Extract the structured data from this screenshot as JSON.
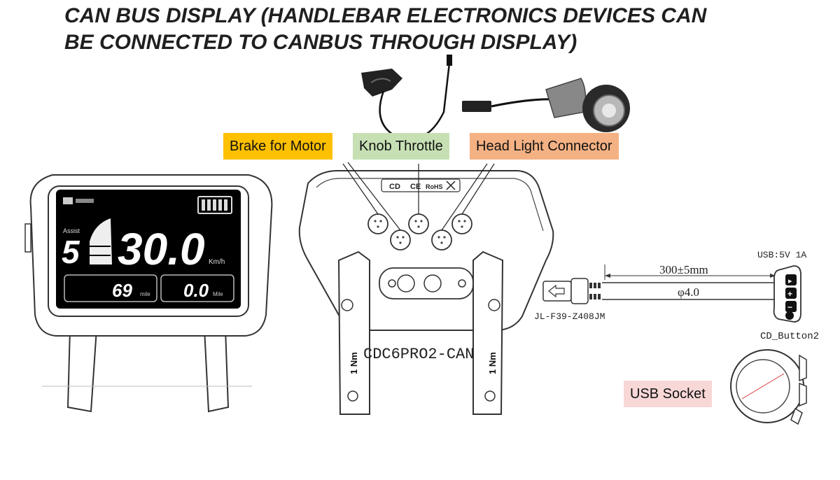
{
  "title": {
    "line1": "CAN BUS DISPLAY (HANDLEBAR ELECTRONICS DEVICES CAN",
    "line2": "BE CONNECTED TO CANBUS THROUGH DISPLAY)"
  },
  "labels": {
    "brake": "Brake for Motor",
    "knob": "Knob Throttle",
    "headlight": "Head Light Connector",
    "usb": "USB Socket"
  },
  "display_screen": {
    "speed": "30.0",
    "speed_unit": "Km/h",
    "assist_prefix": "Assist",
    "assist_level": "5",
    "odo_value": "69",
    "odo_unit": "mile",
    "trip_value": "0.0",
    "trip_unit": "Mile"
  },
  "display_back": {
    "model": "CDC6PRO2-CAN",
    "torque_left": "1 Nm",
    "torque_right": "1 Nm",
    "badge_cd": "CD",
    "badge_ce": "CE",
    "badge_rohs": "RoHS"
  },
  "cable": {
    "length": "300±5mm",
    "diameter": "φ4.0",
    "connector_part": "JL-F39-Z408JM"
  },
  "usb_button": {
    "rating": "USB:5V 1A",
    "model": "CD_Button2"
  },
  "colors": {
    "brake": "#ffc000",
    "knob": "#c6e0b4",
    "headlight": "#f4b183",
    "usb": "#f8d7d7"
  }
}
